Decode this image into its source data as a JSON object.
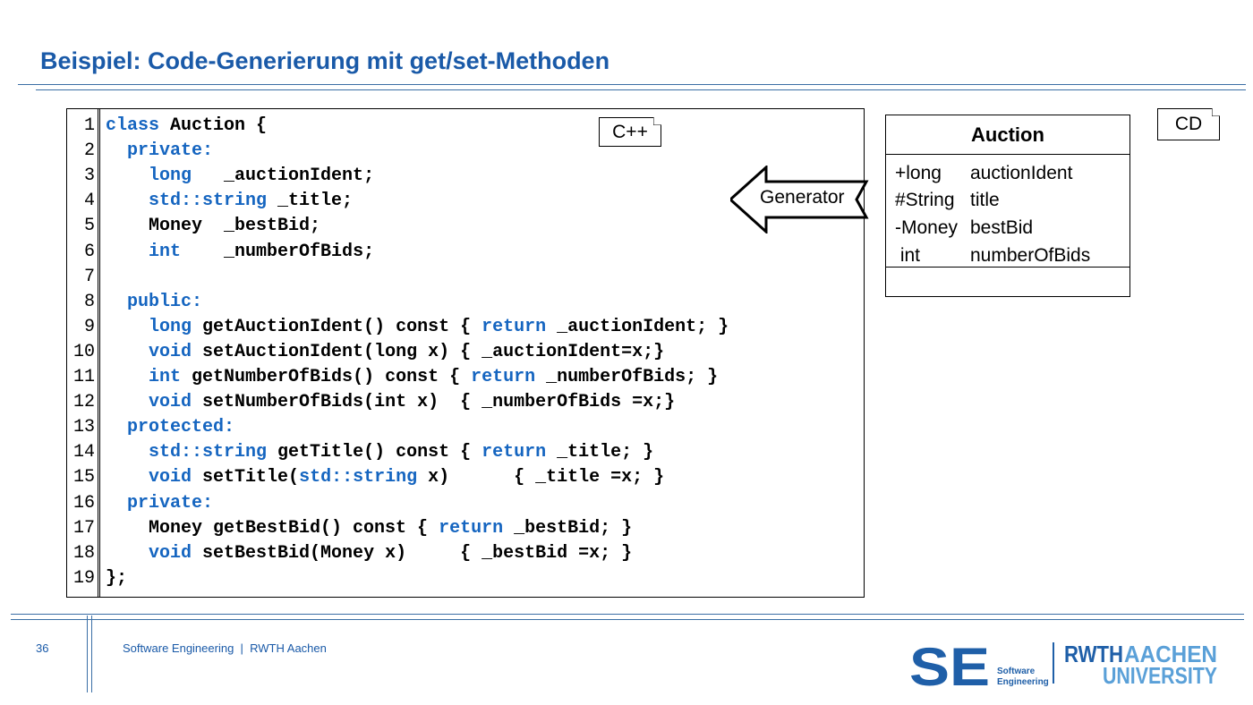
{
  "slide": {
    "title": "Beispiel: Code-Generierung mit get/set-Methoden",
    "page_number": "36",
    "footer_text": "Software Engineering  |  RWTH Aachen"
  },
  "code": {
    "language_tag": "C++",
    "lines": [
      {
        "n": "1",
        "parts": [
          {
            "t": "class",
            "k": 1
          },
          {
            "t": " Auction {"
          }
        ]
      },
      {
        "n": "2",
        "parts": [
          {
            "t": "  "
          },
          {
            "t": "private:",
            "k": 1
          }
        ]
      },
      {
        "n": "3",
        "parts": [
          {
            "t": "    "
          },
          {
            "t": "long",
            "k": 1
          },
          {
            "t": "   _auctionIdent;"
          }
        ]
      },
      {
        "n": "4",
        "parts": [
          {
            "t": "    "
          },
          {
            "t": "std::string",
            "k": 1
          },
          {
            "t": " _title;"
          }
        ]
      },
      {
        "n": "5",
        "parts": [
          {
            "t": "    Money  _bestBid;"
          }
        ]
      },
      {
        "n": "6",
        "parts": [
          {
            "t": "    "
          },
          {
            "t": "int",
            "k": 1
          },
          {
            "t": "    _numberOfBids;"
          }
        ]
      },
      {
        "n": "7",
        "parts": [
          {
            "t": ""
          }
        ]
      },
      {
        "n": "8",
        "parts": [
          {
            "t": "  "
          },
          {
            "t": "public:",
            "k": 1
          }
        ]
      },
      {
        "n": "9",
        "parts": [
          {
            "t": "    "
          },
          {
            "t": "long",
            "k": 1
          },
          {
            "t": " getAuctionIdent() const { "
          },
          {
            "t": "return",
            "k": 1
          },
          {
            "t": " _auctionIdent; }"
          }
        ]
      },
      {
        "n": "10",
        "parts": [
          {
            "t": "    "
          },
          {
            "t": "void",
            "k": 1
          },
          {
            "t": " setAuctionIdent(long x) { _auctionIdent=x;}"
          }
        ]
      },
      {
        "n": "11",
        "parts": [
          {
            "t": "    "
          },
          {
            "t": "int",
            "k": 1
          },
          {
            "t": " getNumberOfBids() const { "
          },
          {
            "t": "return",
            "k": 1
          },
          {
            "t": " _numberOfBids; }"
          }
        ]
      },
      {
        "n": "12",
        "parts": [
          {
            "t": "    "
          },
          {
            "t": "void",
            "k": 1
          },
          {
            "t": " setNumberOfBids(int x)  { _numberOfBids =x;}"
          }
        ]
      },
      {
        "n": "13",
        "parts": [
          {
            "t": "  "
          },
          {
            "t": "protected:",
            "k": 1
          }
        ]
      },
      {
        "n": "14",
        "parts": [
          {
            "t": "    "
          },
          {
            "t": "std::string",
            "k": 1
          },
          {
            "t": " getTitle() const { "
          },
          {
            "t": "return",
            "k": 1
          },
          {
            "t": " _title; }"
          }
        ]
      },
      {
        "n": "15",
        "parts": [
          {
            "t": "    "
          },
          {
            "t": "void",
            "k": 1
          },
          {
            "t": " setTitle("
          },
          {
            "t": "std::string",
            "k": 1
          },
          {
            "t": " x)      { _title =x; }"
          }
        ]
      },
      {
        "n": "16",
        "parts": [
          {
            "t": "  "
          },
          {
            "t": "private:",
            "k": 1
          }
        ]
      },
      {
        "n": "17",
        "parts": [
          {
            "t": "    Money getBestBid() const { "
          },
          {
            "t": "return",
            "k": 1
          },
          {
            "t": " _bestBid; }"
          }
        ]
      },
      {
        "n": "18",
        "parts": [
          {
            "t": "    "
          },
          {
            "t": "void",
            "k": 1
          },
          {
            "t": " setBestBid(Money x)     { _bestBid =x; }"
          }
        ]
      },
      {
        "n": "19",
        "parts": [
          {
            "t": "};"
          }
        ]
      }
    ]
  },
  "diagram_tag": "CD",
  "generator_label": "Generator",
  "uml_class": {
    "name": "Auction",
    "attributes": [
      {
        "type": "+long",
        "name": "auctionIdent"
      },
      {
        "type": "#String",
        "name": "title"
      },
      {
        "type": "-Money",
        "name": "bestBid"
      },
      {
        "type": " int",
        "name": "numberOfBids"
      }
    ]
  },
  "logo": {
    "se_letters": "SE",
    "se_line1": "Software",
    "se_line2": "Engineering",
    "rwth_part1": "RWTH",
    "rwth_part2": "AACHEN",
    "rwth_line2": "UNIVERSITY"
  },
  "colors": {
    "title_blue": "#1a5aa8",
    "keyword_blue": "#1565c0",
    "logo_blue": "#1f5fa8",
    "logo_light_blue": "#5aa0d8"
  }
}
